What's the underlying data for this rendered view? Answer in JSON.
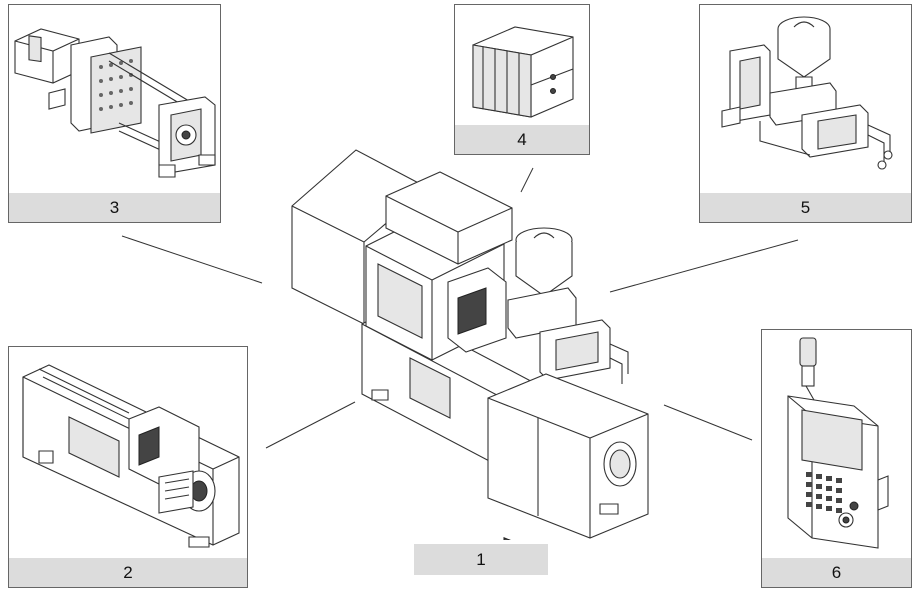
{
  "diagram": {
    "labels": {
      "main": "1",
      "panel2": "2",
      "panel3": "3",
      "panel4": "4",
      "panel5": "5",
      "panel6": "6"
    },
    "colors": {
      "caption_bg": "#dcdcdc",
      "line": "#333333",
      "border": "#666666"
    }
  }
}
